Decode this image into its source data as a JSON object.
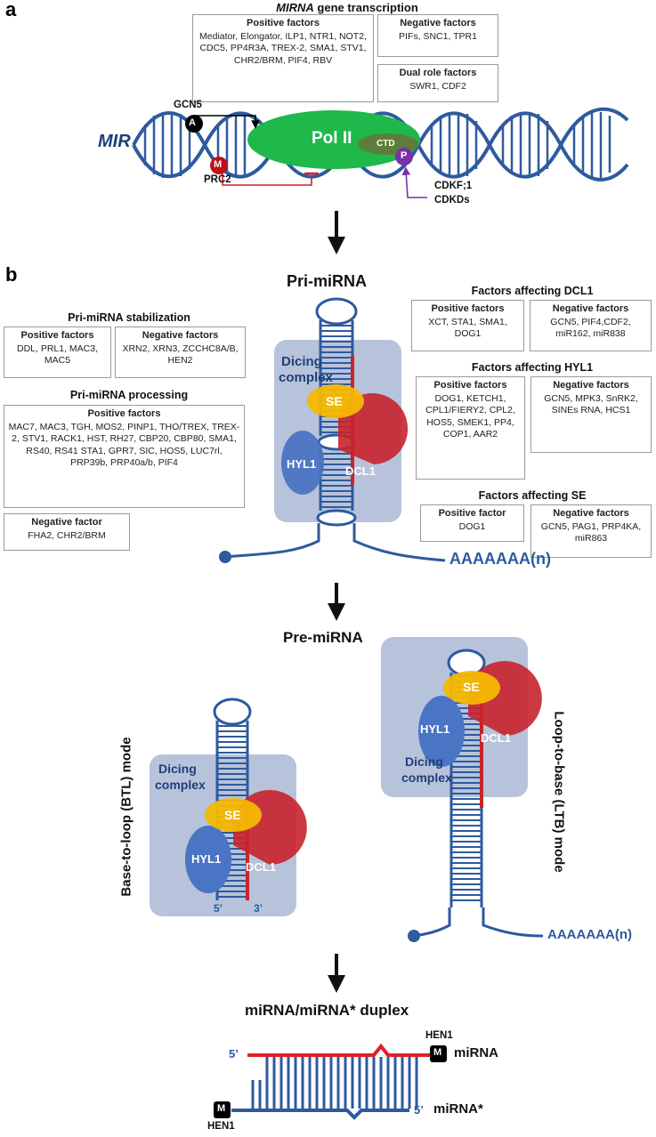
{
  "panels": {
    "a": "a",
    "b": "b"
  },
  "transcription": {
    "title": "MIRNA gene transcription",
    "title_italic_part": "MIRNA",
    "positive": {
      "header": "Positive factors",
      "body": "Mediator, Elongator, ILP1, NTR1, NOT2, CDC5, PP4R3A, TREX-2, SMA1, STV1, CHR2/BRM, PIF4, RBV"
    },
    "negative": {
      "header": "Negative factors",
      "body": "PIFs, SNC1, TPR1"
    },
    "dual": {
      "header": "Dual role factors",
      "body": "SWR1, CDF2"
    }
  },
  "gene": {
    "mir_label": "MIR",
    "polii_label": "Pol II",
    "ctd_label": "CTD",
    "gcn5_label": "GCN5",
    "acetyl_marker": "A",
    "methyl_marker": "M",
    "prc2_label": "PRC2",
    "phospho_marker": "P",
    "kinase_label_1": "CDKF;1",
    "kinase_label_2": "CDKDs"
  },
  "pri": {
    "title": "Pri-miRNA",
    "stabilization": {
      "title": "Pri-miRNA stabilization",
      "positive": {
        "header": "Positive factors",
        "body": "DDL, PRL1, MAC3, MAC5"
      },
      "negative": {
        "header": "Negative factors",
        "body": "XRN2, XRN3, ZCCHC8A/B, HEN2"
      }
    },
    "processing": {
      "title": "Pri-miRNA processing",
      "positive": {
        "header": "Positive factors",
        "body": "MAC7, MAC3, TGH, MOS2, PINP1, THO/TREX, TREX-2, STV1, RACK1, HST, RH27, CBP20, CBP80, SMA1, RS40, RS41 STA1, GPR7, SIC, HOS5, LUC7rl, PRP39b, PRP40a/b,  PIF4"
      },
      "negative": {
        "header": "Negative factor",
        "body": "FHA2, CHR2/BRM"
      }
    },
    "dcl1_factors": {
      "title": "Factors affecting DCL1",
      "positive": {
        "header": "Positive factors",
        "body": "XCT, STA1, SMA1, DOG1"
      },
      "negative": {
        "header": "Negative factors",
        "body": "GCN5, PIF4,CDF2, miR162, miR838"
      }
    },
    "hyl1_factors": {
      "title": "Factors affecting HYL1",
      "positive": {
        "header": "Positive factors",
        "body": "DOG1, KETCH1, CPL1/FIERY2, CPL2, HOS5, SMEK1, PP4, COP1, AAR2"
      },
      "negative": {
        "header": "Negative factors",
        "body": "GCN5, MPK3, SnRK2, SINEs RNA, HCS1"
      }
    },
    "se_factors": {
      "title": "Factors affecting SE",
      "positive": {
        "header": "Positive factor",
        "body": "DOG1"
      },
      "negative": {
        "header": "Negative factors",
        "body": "GCN5, PAG1, PRP4KA, miR863"
      }
    },
    "complex": {
      "title1": "Dicing",
      "title2": "complex",
      "se": "SE",
      "hyl1": "HYL1",
      "dcl1": "DCL1"
    },
    "polya": "AAAAAAA(n)"
  },
  "pre": {
    "title": "Pre-miRNA",
    "btl_mode": "Base-to-loop (BTL) mode",
    "ltb_mode": "Loop-to-base (LTB) mode",
    "complex": {
      "title1": "Dicing",
      "title2": "complex",
      "se": "SE",
      "hyl1": "HYL1",
      "dcl1": "DCL1"
    },
    "five_prime": "5’",
    "three_prime": "3’",
    "polya": "AAAAAAA(n)"
  },
  "duplex": {
    "title": "miRNA/miRNA* duplex",
    "hen1_top": "HEN1",
    "hen1_bottom": "HEN1",
    "methyl_marker": "M",
    "mirna": "miRNA",
    "mirna_star": "miRNA*",
    "five_top": "5’",
    "five_bottom": "5’"
  },
  "colors": {
    "rna_blue": "#2e5a9e",
    "dicer_red": "#c8232c",
    "se_yellow": "#f5b800",
    "hyl1_blue": "#4a74c4",
    "complex_bg": "#b7c3da",
    "polii_green": "#1fb84a",
    "ctd_olive": "#5d7d3a",
    "phospho_purple": "#7b2fa8",
    "methyl_red": "#c0101a"
  }
}
